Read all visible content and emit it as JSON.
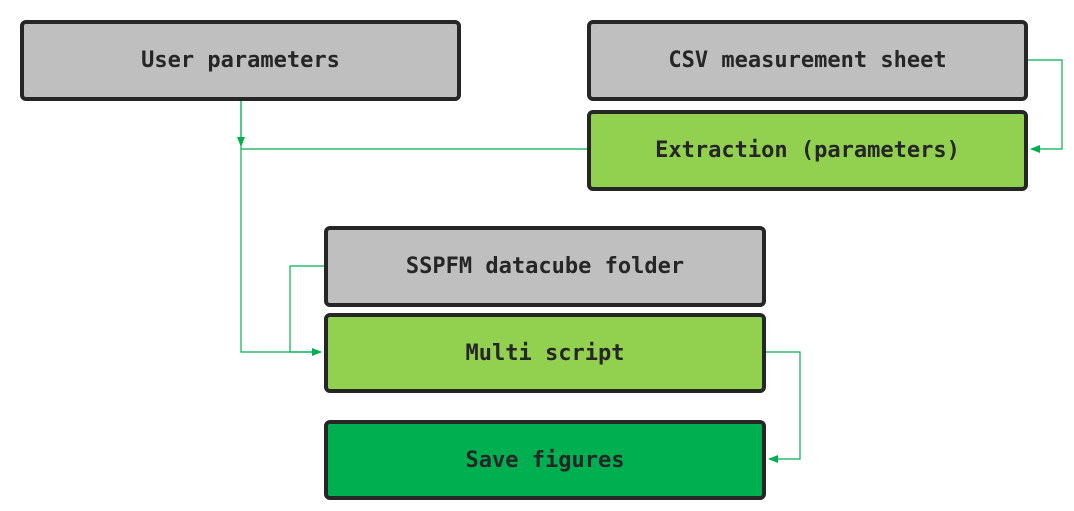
{
  "colors": {
    "input": "#bfbfbf",
    "process": "#92d050",
    "output": "#00b050",
    "border": "#262626",
    "connector": "#00b050"
  },
  "nodes": {
    "user_parameters": {
      "label": "User parameters",
      "kind": "input"
    },
    "csv_measurement_sheet": {
      "label": "CSV measurement sheet",
      "kind": "input"
    },
    "extraction": {
      "label": "Extraction (parameters)",
      "kind": "process"
    },
    "sspfm_datacube_folder": {
      "label": "SSPFM datacube folder",
      "kind": "input"
    },
    "multi_script": {
      "label": "Multi script",
      "kind": "process"
    },
    "save_figures": {
      "label": "Save figures",
      "kind": "output"
    }
  },
  "edges": [
    {
      "from": "csv_measurement_sheet",
      "to": "extraction"
    },
    {
      "from": "user_parameters",
      "to": "multi_script"
    },
    {
      "from": "extraction",
      "to": "multi_script"
    },
    {
      "from": "sspfm_datacube_folder",
      "to": "multi_script"
    },
    {
      "from": "multi_script",
      "to": "save_figures"
    }
  ]
}
